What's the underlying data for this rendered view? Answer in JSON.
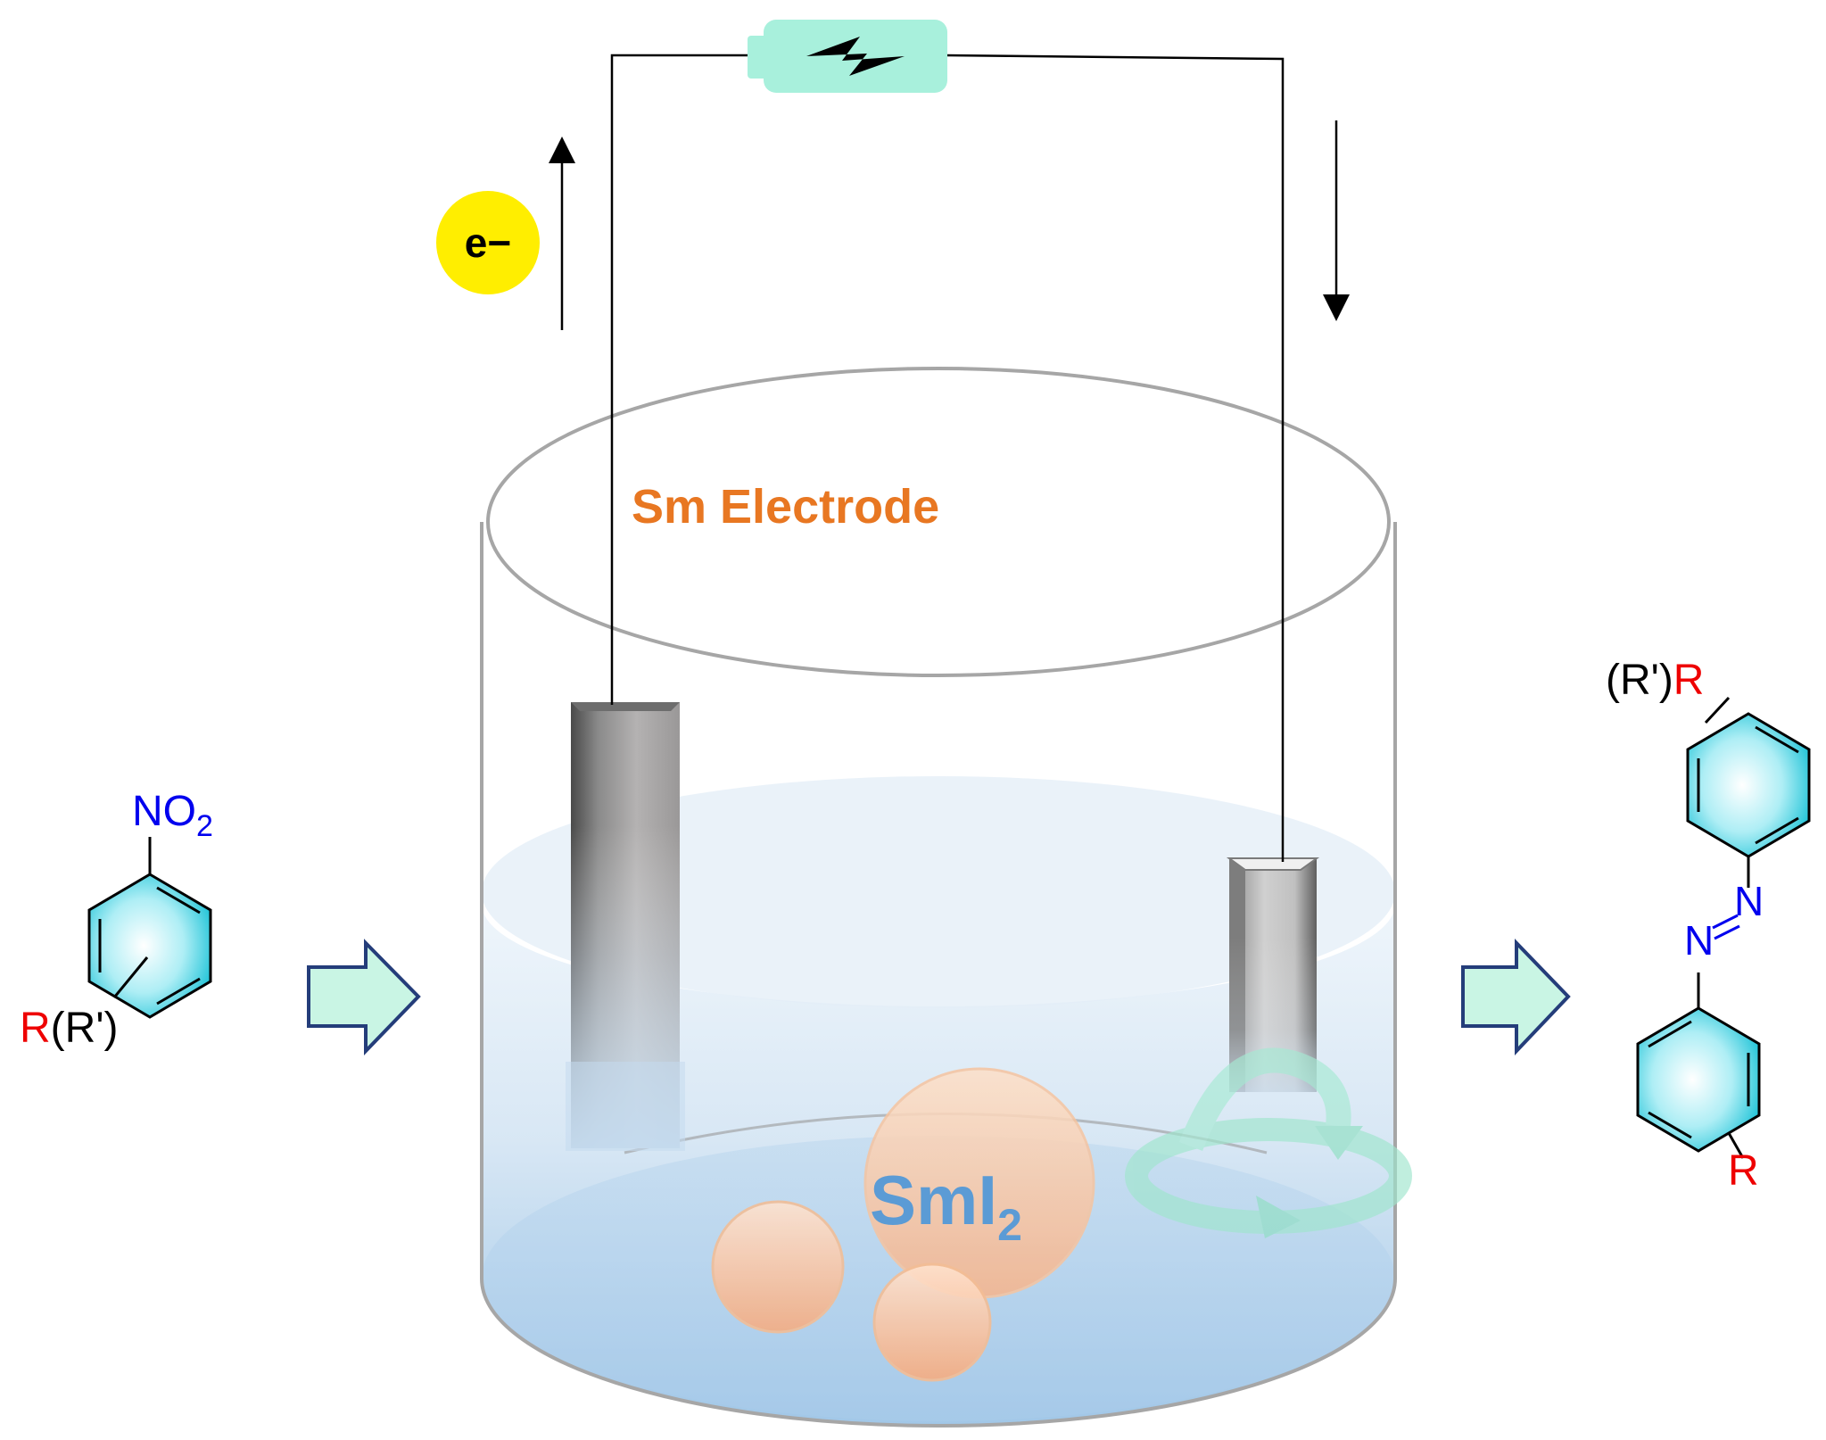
{
  "labels": {
    "electron": "e−",
    "electrode": "Sm Electrode",
    "reagent_main": "SmI",
    "reagent_sub": "2"
  },
  "reactant": {
    "nitro_n": "NO",
    "nitro_sub": "2",
    "sub_r": "R",
    "sub_rprime": "(R')"
  },
  "product": {
    "top_rprime": "(R')",
    "top_r": "R",
    "azo_n1": "N",
    "azo_n2": "N",
    "bottom_r": "R"
  },
  "colors": {
    "nitrogen": "#0000ee",
    "substituent": "#ee0000",
    "electrode_label": "#e87722",
    "reagent_label": "#5b9bd5",
    "electron_bubble": "#ffee00",
    "ring_fill": "#33ccdd",
    "reaction_arrow_fill": "#c9f5e4",
    "reaction_arrow_stroke": "#243d7a",
    "battery": "#a8f0dc",
    "particle": "#f6b48a"
  },
  "icons": {
    "battery": "battery-icon",
    "lightning": "lightning-bolt-icon",
    "rotation": "circular-arrows-icon"
  }
}
